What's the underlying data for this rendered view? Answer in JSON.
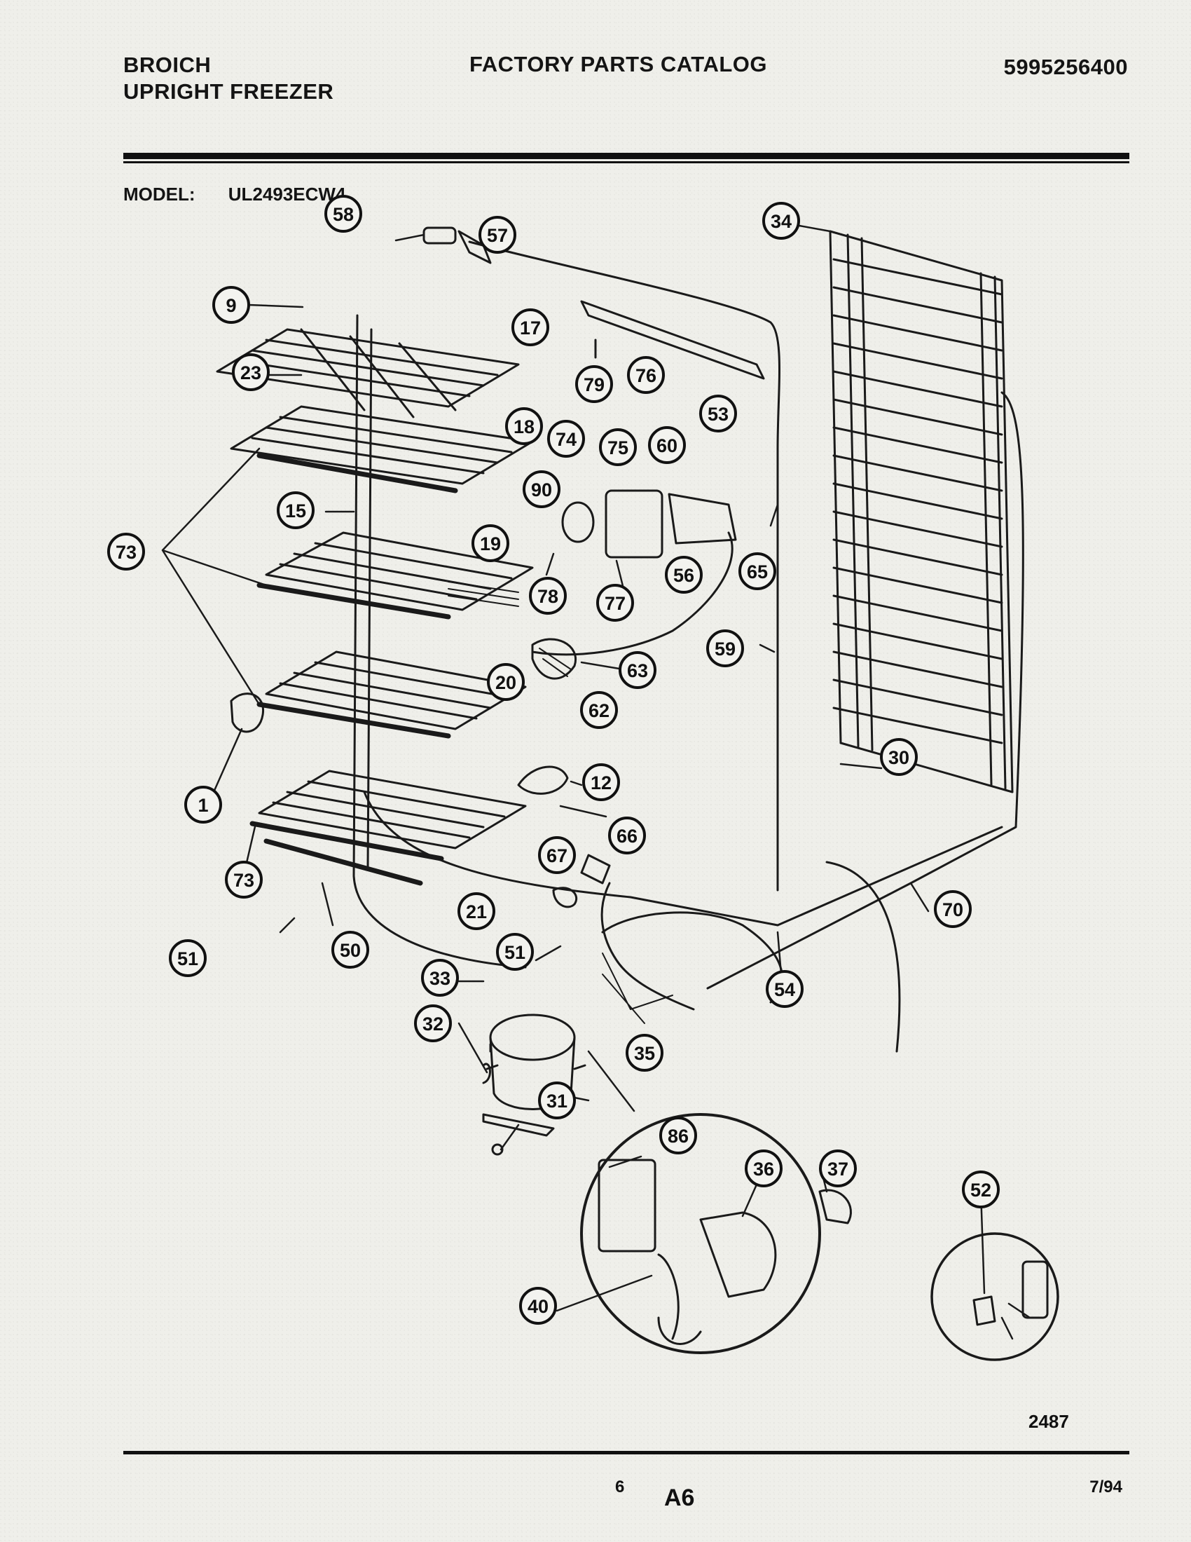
{
  "header": {
    "brand": "BROICH",
    "product": "UPRIGHT FREEZER",
    "title": "FACTORY PARTS CATALOG",
    "catalog_number": "5995256400"
  },
  "model": {
    "label": "MODEL:",
    "value": "UL2493ECW4"
  },
  "figure_number": "2487",
  "footer": {
    "page_number": "6",
    "page_code": "A6",
    "date": "7/94"
  },
  "callouts": [
    "58",
    "57",
    "34",
    "9",
    "17",
    "23",
    "79",
    "76",
    "18",
    "74",
    "75",
    "60",
    "53",
    "90",
    "15",
    "73",
    "19",
    "78",
    "77",
    "56",
    "65",
    "59",
    "63",
    "20",
    "62",
    "1",
    "12",
    "30",
    "66",
    "67",
    "70",
    "73",
    "21",
    "51",
    "51",
    "50",
    "54",
    "33",
    "32",
    "35",
    "31",
    "86",
    "36",
    "37",
    "52",
    "40"
  ]
}
